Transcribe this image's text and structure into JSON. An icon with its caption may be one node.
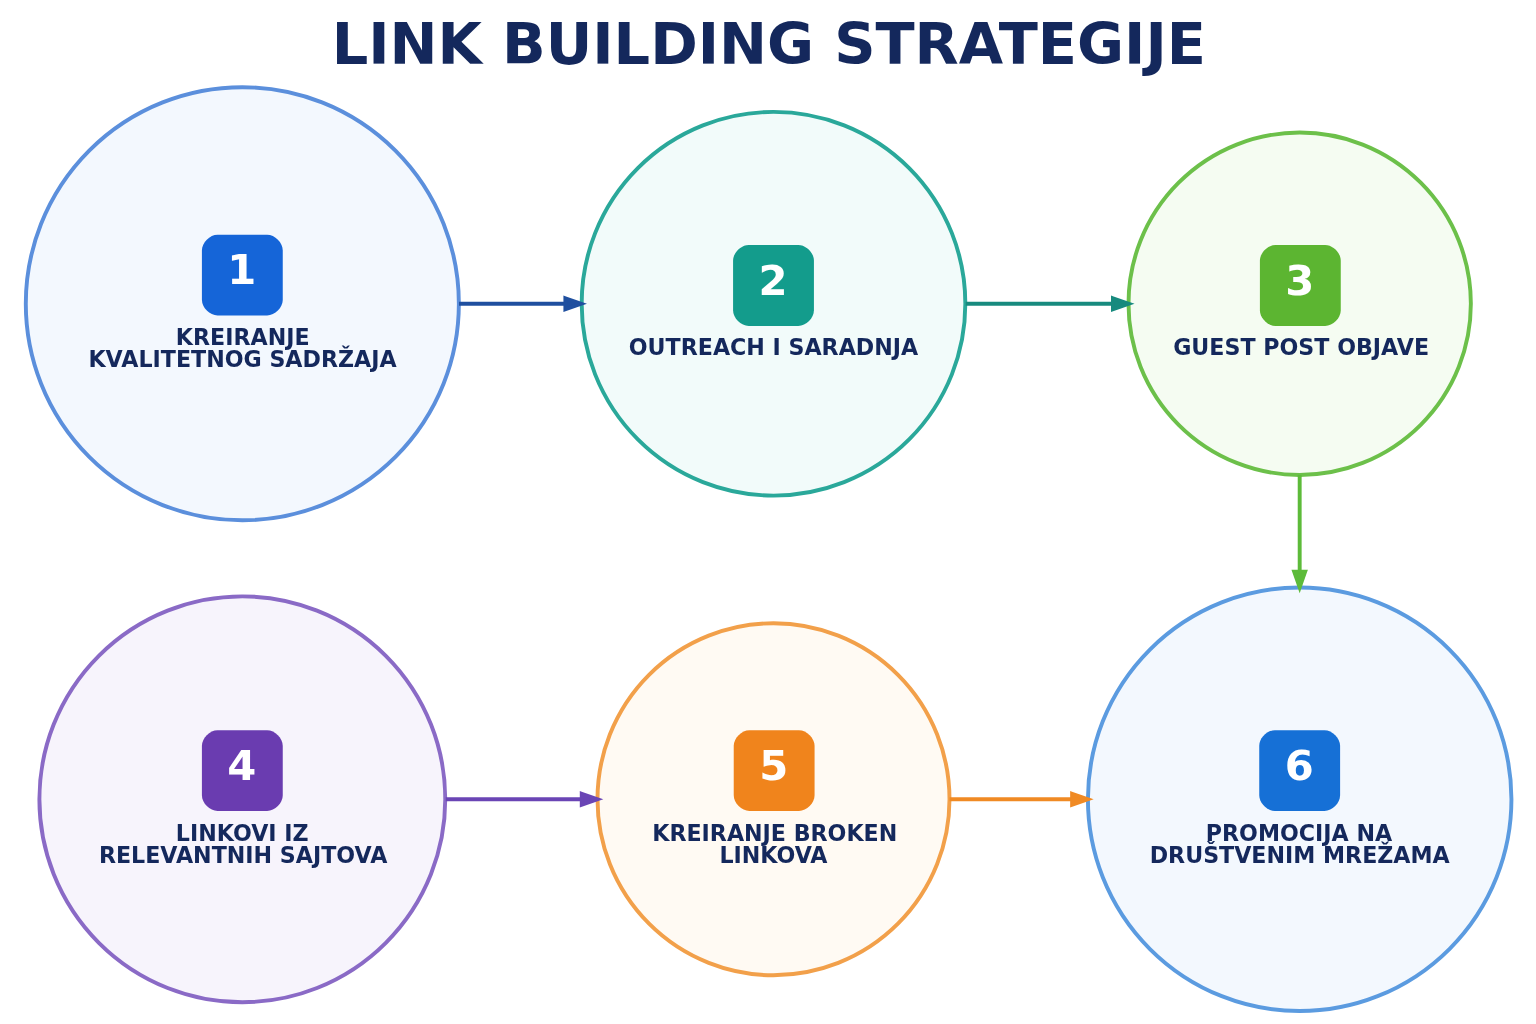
{
  "diagram": {
    "title": "LINK BUILDING STRATEGIJE",
    "nodes": [
      {
        "text": [
          "1",
          "KREIRANJE KVALITETNOG SADRŽAJA"
        ]
      },
      {
        "text": [
          "2",
          "OUTREACH I SARADNJA"
        ]
      },
      {
        "text": [
          "3",
          "GUEST POST OBJAVE"
        ]
      },
      {
        "text": [
          "4",
          "LINKOVI IZ RELEVANTNIH SAJTOVA"
        ]
      },
      {
        "text": [
          "5",
          "KREIRANJE BROKEN LINKOVA"
        ]
      },
      {
        "text": [
          "6",
          "PROMOCIJA NA DRUŠTVENIM MREŽAMA"
        ]
      }
    ],
    "edges": [
      {
        "from": 0,
        "to": 1,
        "arrow": "to",
        "color": "#1f4f9f"
      },
      {
        "from": 1,
        "to": 2,
        "arrow": "to",
        "color": "#178a7e"
      },
      {
        "from": 2,
        "to": 5,
        "arrow": "to",
        "color": "#5dbb3a"
      },
      {
        "from": 3,
        "to": 4,
        "arrow": "to",
        "color": "#6a45b5"
      },
      {
        "from": 4,
        "to": 5,
        "arrow": "to",
        "color": "#f08a24"
      }
    ]
  }
}
